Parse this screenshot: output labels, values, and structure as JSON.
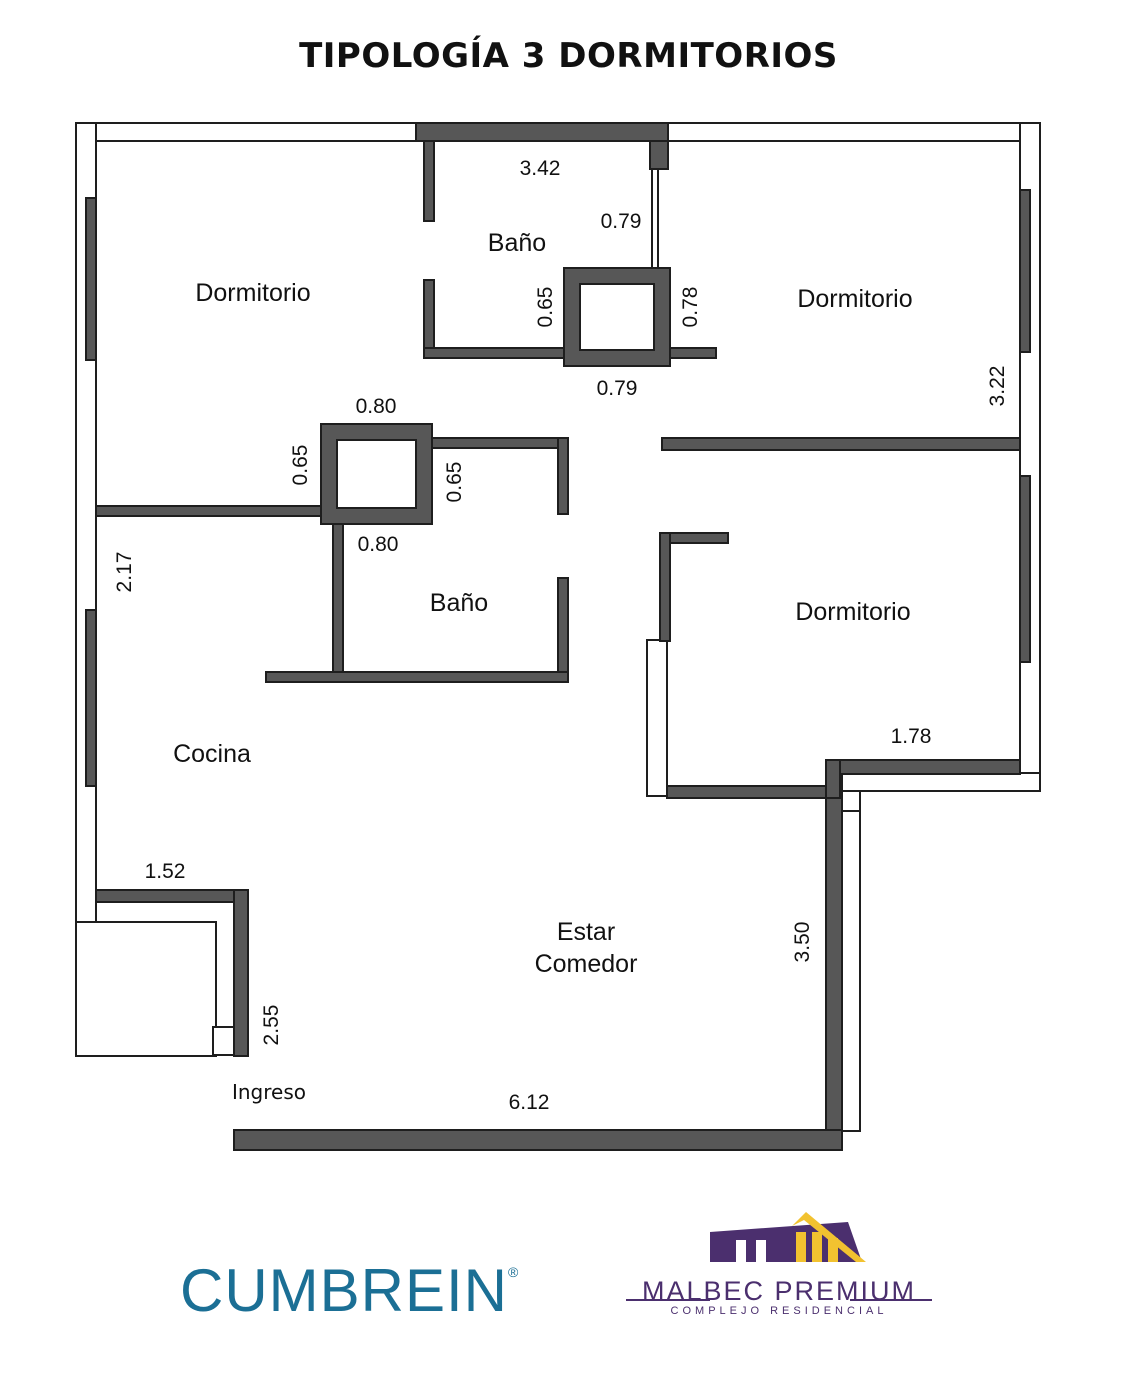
{
  "title": "TIPOLOGÍA 3 DORMITORIOS",
  "rooms": {
    "dormitorio_1": "Dormitorio",
    "dormitorio_2": "Dormitorio",
    "dormitorio_3": "Dormitorio",
    "bano_1": "Baño",
    "bano_2": "Baño",
    "cocina": "Cocina",
    "estar_line1": "Estar",
    "estar_line2": "Comedor",
    "ingreso": "Ingreso"
  },
  "dimensions": {
    "bano_top_width": "3.42",
    "bano_shaft_top": "0.79",
    "bano_shaft_left": "0.65",
    "bano_shaft_right": "0.78",
    "bano_shaft_bottom": "0.79",
    "shaft2_top": "0.80",
    "shaft2_left": "0.65",
    "shaft2_right": "0.65",
    "shaft2_bottom": "0.80",
    "dorm2_height": "3.22",
    "cocina_height": "2.17",
    "dorm3_width": "1.78",
    "ingreso_width": "1.52",
    "ingreso_height": "2.55",
    "estar_height": "3.50",
    "estar_width": "6.12"
  },
  "logos": {
    "cumbrein": "CUMBREIN",
    "cumbrein_mark": "®",
    "malbec_name": "MALBEC PREMIUM",
    "malbec_sub": "COMPLEJO RESIDENCIAL"
  },
  "colors": {
    "wall": "#575757",
    "cumbrein": "#1b6f95",
    "malbec_purple": "#4b2f6e",
    "malbec_gold": "#f2c230"
  }
}
